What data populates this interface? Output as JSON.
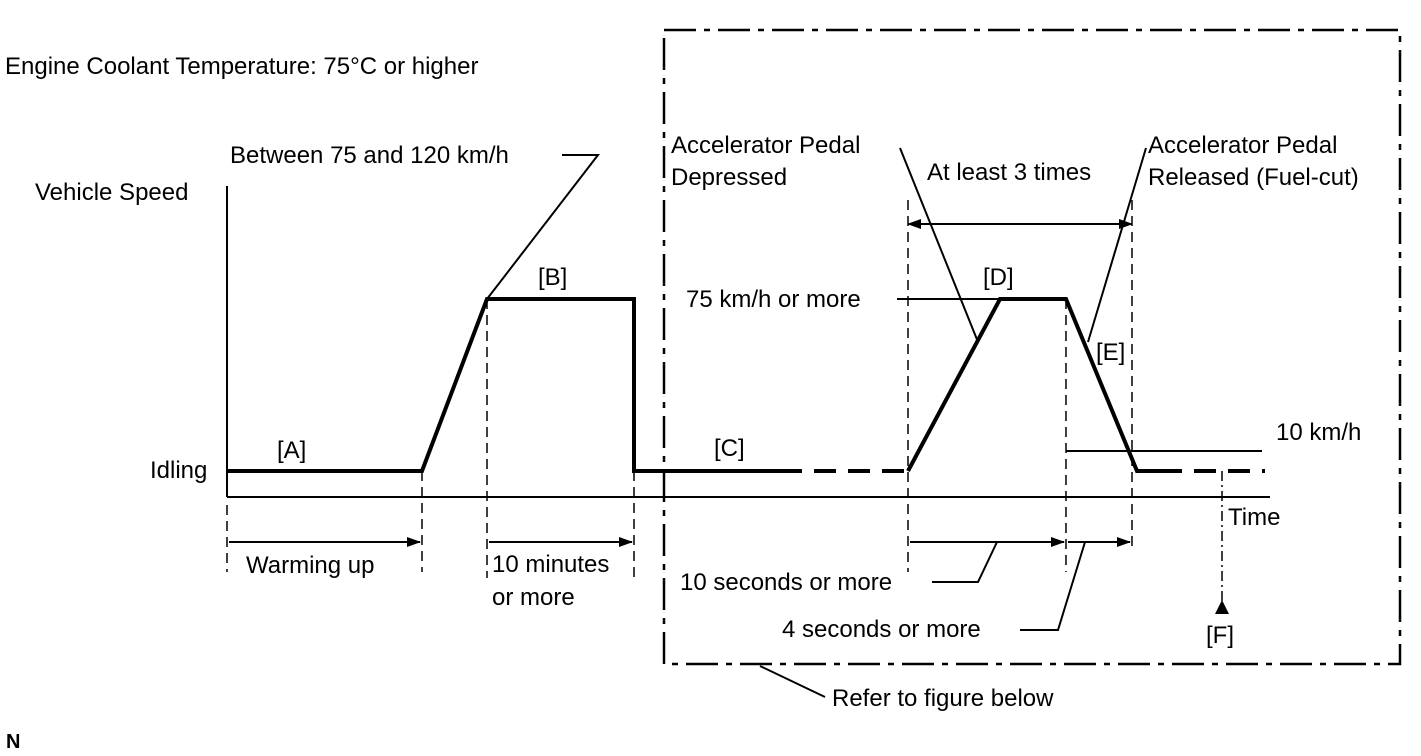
{
  "header": {
    "condition": "Engine Coolant Temperature: 75°C or higher"
  },
  "axes": {
    "y_label": "Vehicle Speed",
    "idle_label": "Idling",
    "x_label": "Time"
  },
  "phases": {
    "a": "[A]",
    "b": "[B]",
    "c": "[C]",
    "d": "[D]",
    "e": "[E]",
    "f": "[F]"
  },
  "callouts": {
    "speed_range": "Between 75 and 120 km/h",
    "accel_depressed_line1": "Accelerator Pedal",
    "accel_depressed_line2": "Depressed",
    "repeat": "At least 3 times",
    "accel_released_line1": "Accelerator Pedal",
    "accel_released_line2": "Released (Fuel-cut)",
    "speed_75": "75 km/h or more",
    "speed_10": "10 km/h"
  },
  "durations": {
    "warming_up": "Warming up",
    "ten_minutes_line1": "10 minutes",
    "ten_minutes_line2": "or more",
    "ten_seconds": "10 seconds or more",
    "four_seconds": "4 seconds or more"
  },
  "footer": {
    "refer": "Refer to figure below",
    "marker": "N"
  }
}
